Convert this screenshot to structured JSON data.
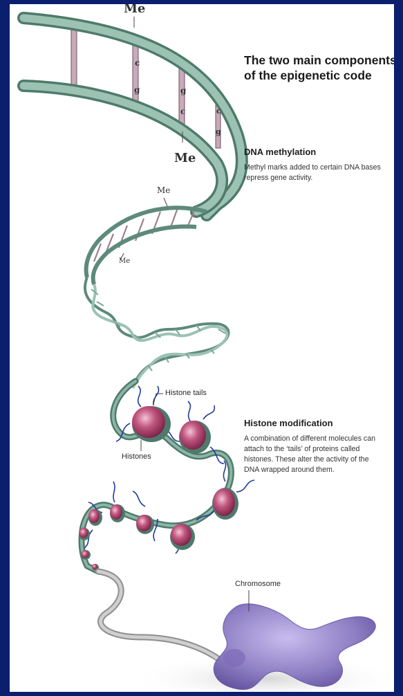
{
  "title": "The two main components of the epigenetic code",
  "dna_methylation": {
    "heading": "DNA methylation",
    "body": "Methyl marks added to certain DNA bases repress gene activity."
  },
  "histone_modification": {
    "heading": "Histone modification",
    "body": "A combination of different molecules can attach to the ‘tails’ of proteins called histones. These alter the activity of the DNA wrapped around them."
  },
  "labels": {
    "me": "Me",
    "base_c": "c",
    "base_g": "g",
    "histone_tails": "Histone tails",
    "histones": "Histones",
    "chromosome": "Chromosome"
  },
  "colors": {
    "border": "#0b1f6e",
    "dna_strand": "#7ea899",
    "rung": "#b89aa7",
    "histone": "#c0567e",
    "histone_tail": "#1e3a9a",
    "chromosome": "#8f7fc4"
  }
}
